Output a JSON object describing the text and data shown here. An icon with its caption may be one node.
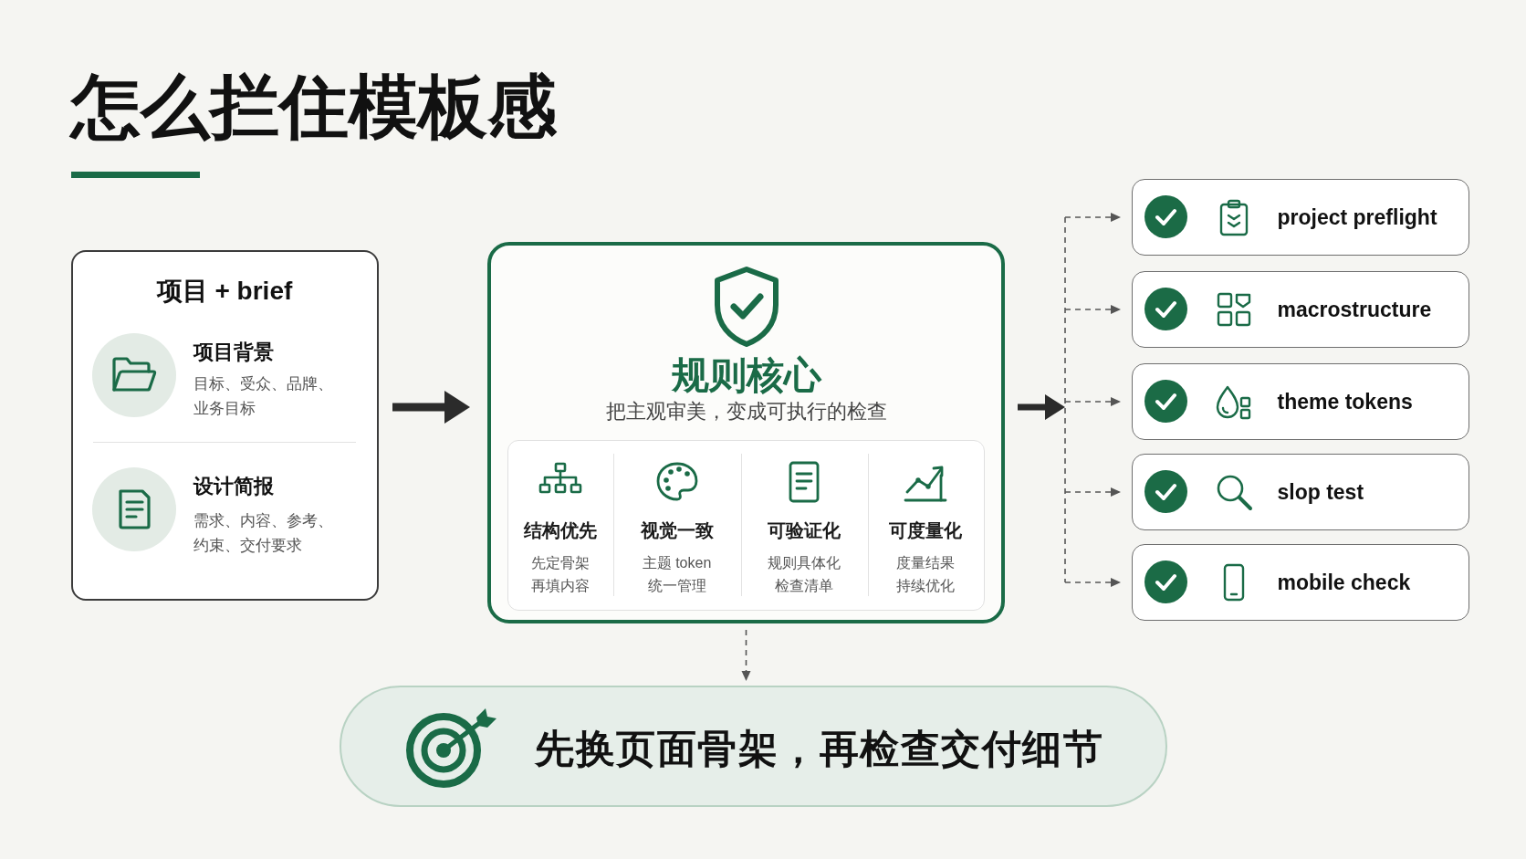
{
  "diagram": {
    "title": "怎么拦住模板感",
    "nodes": [
      {
        "text": [
          "项目 + brief",
          "项目背景",
          "目标、受众、品牌、业务目标",
          "设计简报",
          "需求、内容、参考、约束、交付要求"
        ]
      },
      {
        "text": [
          "规则核心",
          "把主观审美，变成可执行的检查"
        ]
      },
      {
        "text": [],
        "shape": "box",
        "in": 1
      },
      {
        "text": [
          "结构优先",
          "先定骨架再填内容"
        ],
        "in": 2
      },
      {
        "text": [
          "视觉一致",
          "主题 token统一管理"
        ],
        "in": 2
      },
      {
        "text": [
          "可验证化",
          "规则具体化检查清单"
        ],
        "in": 2
      },
      {
        "text": [
          "可度量化",
          "度量结果持续优化"
        ],
        "in": 2
      },
      {
        "text": [
          "project preflight"
        ]
      },
      {
        "text": [
          "macrostructure"
        ]
      },
      {
        "text": [
          "theme tokens"
        ]
      },
      {
        "text": [
          "slop test"
        ]
      },
      {
        "text": [
          "mobile check"
        ]
      },
      {
        "text": [
          "先换页面骨架，再检查交付细节"
        ]
      }
    ],
    "edges": [
      {
        "from": 0,
        "to": 1,
        "arrow": "to",
        "style": "thick"
      },
      {
        "from": 1,
        "to": 7,
        "arrow": "to",
        "style": "dashed"
      },
      {
        "from": 1,
        "to": 8,
        "arrow": "to",
        "style": "dashed"
      },
      {
        "from": 1,
        "to": 9,
        "arrow": "to",
        "style": "dashed"
      },
      {
        "from": 1,
        "to": 10,
        "arrow": "to",
        "style": "dashed"
      },
      {
        "from": 1,
        "to": 11,
        "arrow": "to",
        "style": "dashed"
      },
      {
        "from": 1,
        "to": 12,
        "arrow": "to",
        "style": "dashed"
      }
    ]
  }
}
